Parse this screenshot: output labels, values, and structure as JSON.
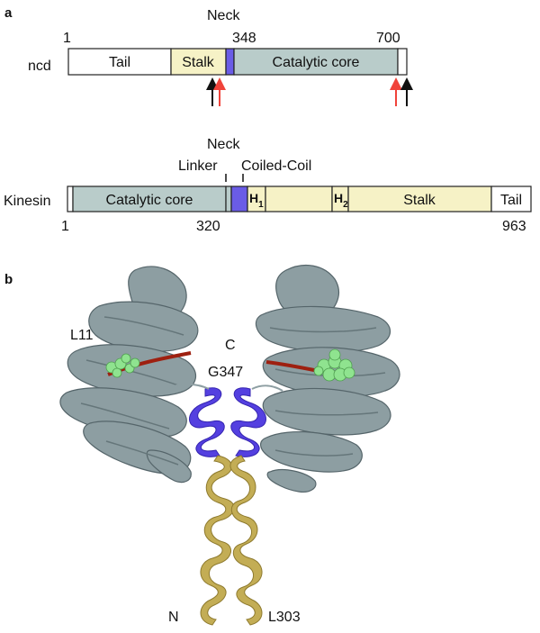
{
  "panels": {
    "a": "a",
    "b": "b"
  },
  "colors": {
    "tail": "#ffffff",
    "stalk": "#f6f2c6",
    "neck": "#6a5ce6",
    "catalytic_core": "#b9ccca",
    "arrow_red": "#f0433a",
    "arrow_black": "#111111",
    "protein_gray": "#8d9ea2",
    "coiled_coil_gold": "#c3ad55",
    "neck_helix_blue": "#5440e0",
    "loop_red": "#9e2010",
    "nucleotide_green": "#8fe38f"
  },
  "ncd": {
    "name": "ncd",
    "neck_label": "Neck",
    "num_start": "1",
    "num_neck": "348",
    "num_end": "700",
    "tail": "Tail",
    "stalk": "Stalk",
    "core": "Catalytic core"
  },
  "kinesin": {
    "name": "Kinesin",
    "neck_label": "Neck",
    "linker_label": "Linker",
    "coiled_coil_label": "Coiled-Coil",
    "core": "Catalytic core",
    "h1": "H",
    "h1_sub": "1",
    "h2": "H",
    "h2_sub": "2",
    "stalk": "Stalk",
    "tail": "Tail",
    "num_start": "1",
    "num_mid": "320",
    "num_end": "963"
  },
  "structure": {
    "l11": "L11",
    "c_term": "C",
    "g347": "G347",
    "n_term": "N",
    "l303": "L303"
  }
}
